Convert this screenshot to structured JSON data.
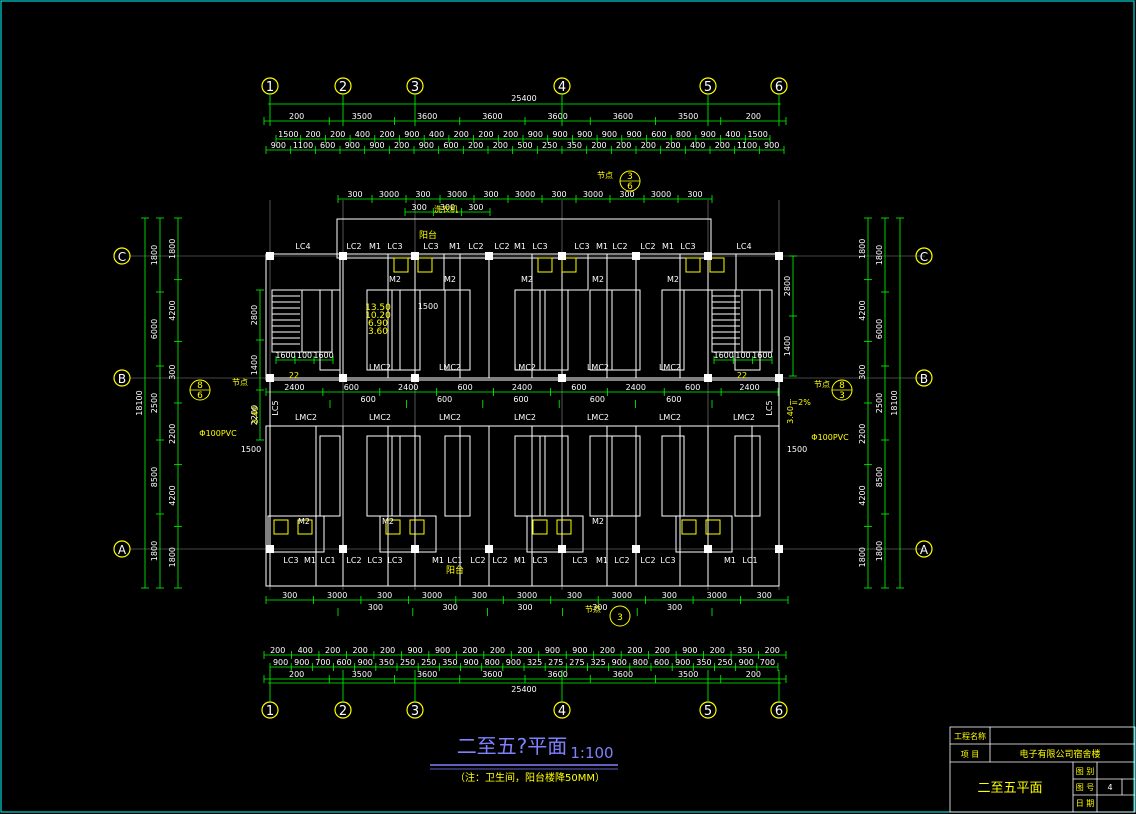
{
  "drawing": {
    "title": "二至五?平面",
    "scale": "1:100",
    "note": "（注：卫生间，阳台楼降50MM）",
    "colors": {
      "background": "#000000",
      "wall": "#ffffff",
      "dim_line": "#00ff00",
      "annotation": "#ffff00",
      "frame": "#00ffff",
      "title": "#8080ff"
    }
  },
  "axes": {
    "columns": [
      "1",
      "2",
      "3",
      "4",
      "5",
      "6"
    ],
    "rows": [
      "C",
      "B",
      "A"
    ]
  },
  "dimensions": {
    "top_total": "25400",
    "bottom_total": "25400",
    "top_main": [
      "200",
      "3500",
      "3600",
      "3600",
      "3600",
      "3600",
      "3500",
      "200"
    ],
    "top_row2": [
      "1500",
      "200",
      "200",
      "400",
      "200",
      "900",
      "400",
      "200",
      "200",
      "200",
      "900",
      "900",
      "900",
      "900",
      "900",
      "600",
      "800",
      "900",
      "400",
      "1500"
    ],
    "top_row3": [
      "900",
      "1100",
      "600",
      "900",
      "900",
      "200",
      "900",
      "600",
      "200",
      "200",
      "500",
      "250",
      "350",
      "200",
      "200",
      "200",
      "200",
      "400",
      "200",
      "1100",
      "900"
    ],
    "plan_top": [
      "300",
      "3000",
      "300",
      "3000",
      "300",
      "3000",
      "300",
      "3000",
      "300",
      "3000",
      "300"
    ],
    "plan_top_sub": [
      "300",
      "300",
      "300"
    ],
    "plan_bottom": [
      "300",
      "3000",
      "300",
      "3000",
      "300",
      "3000",
      "300",
      "3000",
      "300",
      "3000",
      "300"
    ],
    "plan_bottom_sub": [
      "300",
      "300",
      "300",
      "300",
      "300"
    ],
    "bottom_row1": [
      "200",
      "400",
      "200",
      "200",
      "200",
      "900",
      "900",
      "200",
      "200",
      "200",
      "900",
      "900",
      "200",
      "200",
      "200",
      "900",
      "200",
      "350",
      "200"
    ],
    "bottom_row2": [
      "900",
      "900",
      "700",
      "600",
      "900",
      "350",
      "250",
      "250",
      "350",
      "900",
      "800",
      "900",
      "325",
      "275",
      "275",
      "325",
      "900",
      "800",
      "600",
      "900",
      "350",
      "250",
      "900",
      "700"
    ],
    "bottom_main": [
      "200",
      "3500",
      "3600",
      "3600",
      "3600",
      "3600",
      "3500",
      "200"
    ],
    "left_outer": [
      "18100"
    ],
    "left_mid": [
      "1800",
      "6000",
      "2500",
      "8500",
      "1800"
    ],
    "left_inner": [
      "1800",
      "4200",
      "300",
      "2200",
      "4200",
      "1800"
    ],
    "right_outer": [
      "18100"
    ],
    "right_mid": [
      "1800",
      "6000",
      "2500",
      "8500",
      "1800"
    ],
    "right_inner": [
      "1800",
      "4200",
      "300",
      "2200",
      "4200",
      "1800"
    ],
    "corridor": [
      "2400",
      "600",
      "2400",
      "600",
      "2400",
      "600",
      "2400",
      "600",
      "2400"
    ],
    "corridor_low": [
      "600",
      "600",
      "600",
      "600",
      "600"
    ],
    "stairs": [
      "1600",
      "100",
      "1600"
    ],
    "stairs_r": [
      "1600",
      "100",
      "1600"
    ],
    "stair_side": [
      "2800",
      "1400",
      "2200"
    ],
    "misc": [
      "1500",
      "1500",
      "1500"
    ]
  },
  "annotations": {
    "windows_top": [
      "LC4",
      "LC2",
      "M1",
      "LC3",
      "LC3",
      "M1",
      "LC2",
      "LC2",
      "M1",
      "LC3",
      "LC3",
      "M1",
      "LC2",
      "LC2",
      "M1",
      "LC3",
      "LC4"
    ],
    "windows_bottom": [
      "LC3",
      "M1",
      "LC1",
      "LC2",
      "LC3",
      "LC3",
      "M1",
      "LC1",
      "LC2",
      "LC2",
      "M1",
      "LC3",
      "LC3",
      "M1",
      "LC2",
      "LC2",
      "LC3",
      "M1",
      "LC1"
    ],
    "doors_m2": [
      "M2",
      "M2",
      "M2",
      "M2",
      "M2",
      "M2",
      "M2",
      "M2"
    ],
    "lmc": [
      "LMC2",
      "LMC2",
      "LMC2",
      "LMC2",
      "LMC2",
      "LMC2",
      "LMC2",
      "LMC2",
      "LMC2",
      "LMC2",
      "LMC2",
      "LMC2"
    ],
    "elevations": [
      "13.50",
      "10.20",
      "6.90",
      "3.60"
    ],
    "balcony_top": "阳台",
    "balcony_bottom": "阳台",
    "drain_top": "洗衣机",
    "pipe_left": "Φ100PVC",
    "pipe_right": "Φ100PVC",
    "slope": "i=2%",
    "sections": [
      "3",
      "6",
      "8",
      "6",
      "8",
      "3"
    ],
    "short_notes": [
      "节点",
      "节点",
      "节点",
      "节点"
    ],
    "stair_dn": [
      "22",
      "22"
    ],
    "slab_note_l": "3.40",
    "slab_note_r": "3.40",
    "lc5": [
      "LC5",
      "LC5"
    ]
  },
  "title_block": {
    "project_label": "工程名称",
    "item_label": "项    目",
    "item_value": "电子有限公司宿舍楼",
    "drawing_name": "二至五平面",
    "drawing_label": "图 别",
    "number_label": "图 号",
    "number_value": "4",
    "date_label": "日 期"
  }
}
